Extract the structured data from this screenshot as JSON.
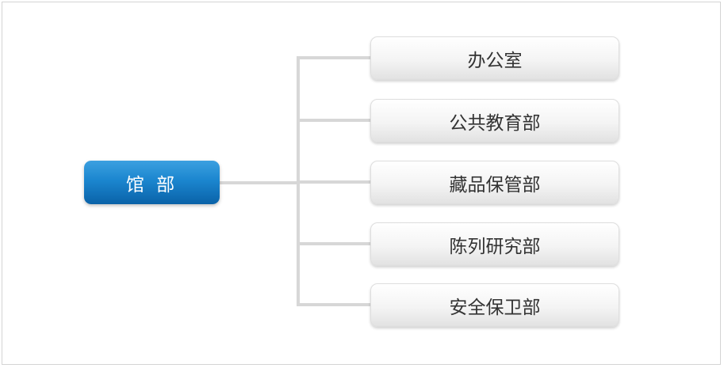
{
  "root": {
    "label": "馆 部"
  },
  "departments": [
    {
      "label": "办公室"
    },
    {
      "label": "公共教育部"
    },
    {
      "label": "藏品保管部"
    },
    {
      "label": "陈列研究部"
    },
    {
      "label": "安全保卫部"
    }
  ],
  "colors": {
    "root_fill": "#1b86cf",
    "connector": "#d7d7d7",
    "child_fill": "#f4f4f4",
    "child_text": "#333333"
  }
}
